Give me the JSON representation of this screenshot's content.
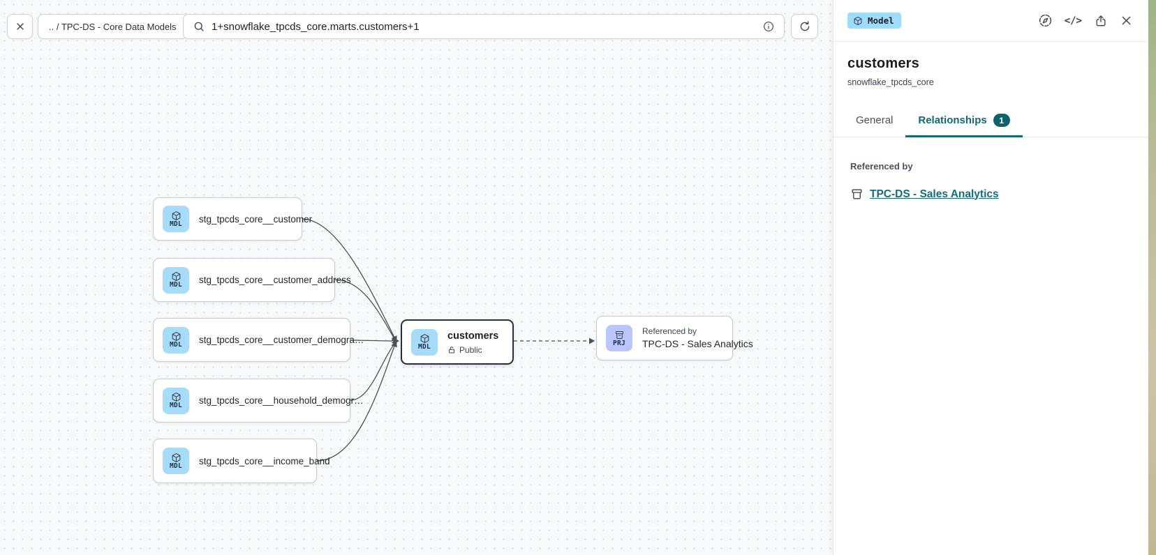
{
  "toolbar": {
    "breadcrumb": ".. / TPC-DS - Core Data Models",
    "search_value": "1+snowflake_tpcds_core.marts.customers+1"
  },
  "icons": {
    "close": "✕",
    "code": "</>"
  },
  "canvas": {
    "nodes": [
      {
        "kind": "MDL",
        "label": "stg_tpcds_core__customer"
      },
      {
        "kind": "MDL",
        "label": "stg_tpcds_core__customer_address"
      },
      {
        "kind": "MDL",
        "label": "stg_tpcds_core__customer_demogra…"
      },
      {
        "kind": "MDL",
        "label": "stg_tpcds_core__household_demogr…"
      },
      {
        "kind": "MDL",
        "label": "stg_tpcds_core__income_band"
      }
    ],
    "center": {
      "kind": "MDL",
      "title": "customers",
      "visibility": "Public"
    },
    "reference": {
      "kind": "PRJ",
      "caption": "Referenced by",
      "label": "TPC-DS - Sales Analytics"
    }
  },
  "panel": {
    "badge": "Model",
    "title": "customers",
    "subtitle": "snowflake_tpcds_core",
    "tabs": [
      {
        "label": "General"
      },
      {
        "label": "Relationships",
        "badge": "1"
      }
    ],
    "referenced_by": {
      "label": "Referenced by",
      "link": "TPC-DS - Sales Analytics"
    }
  },
  "colors": {
    "accent_teal": "#0f6a76",
    "badge_teal": "#0d626e",
    "model_chip": "#a6dcfa",
    "project_chip": "#b9c5fb",
    "model_badge": "#9edbfc",
    "edge": "#4b5058",
    "canvas_bg": "#f8f9fb"
  }
}
